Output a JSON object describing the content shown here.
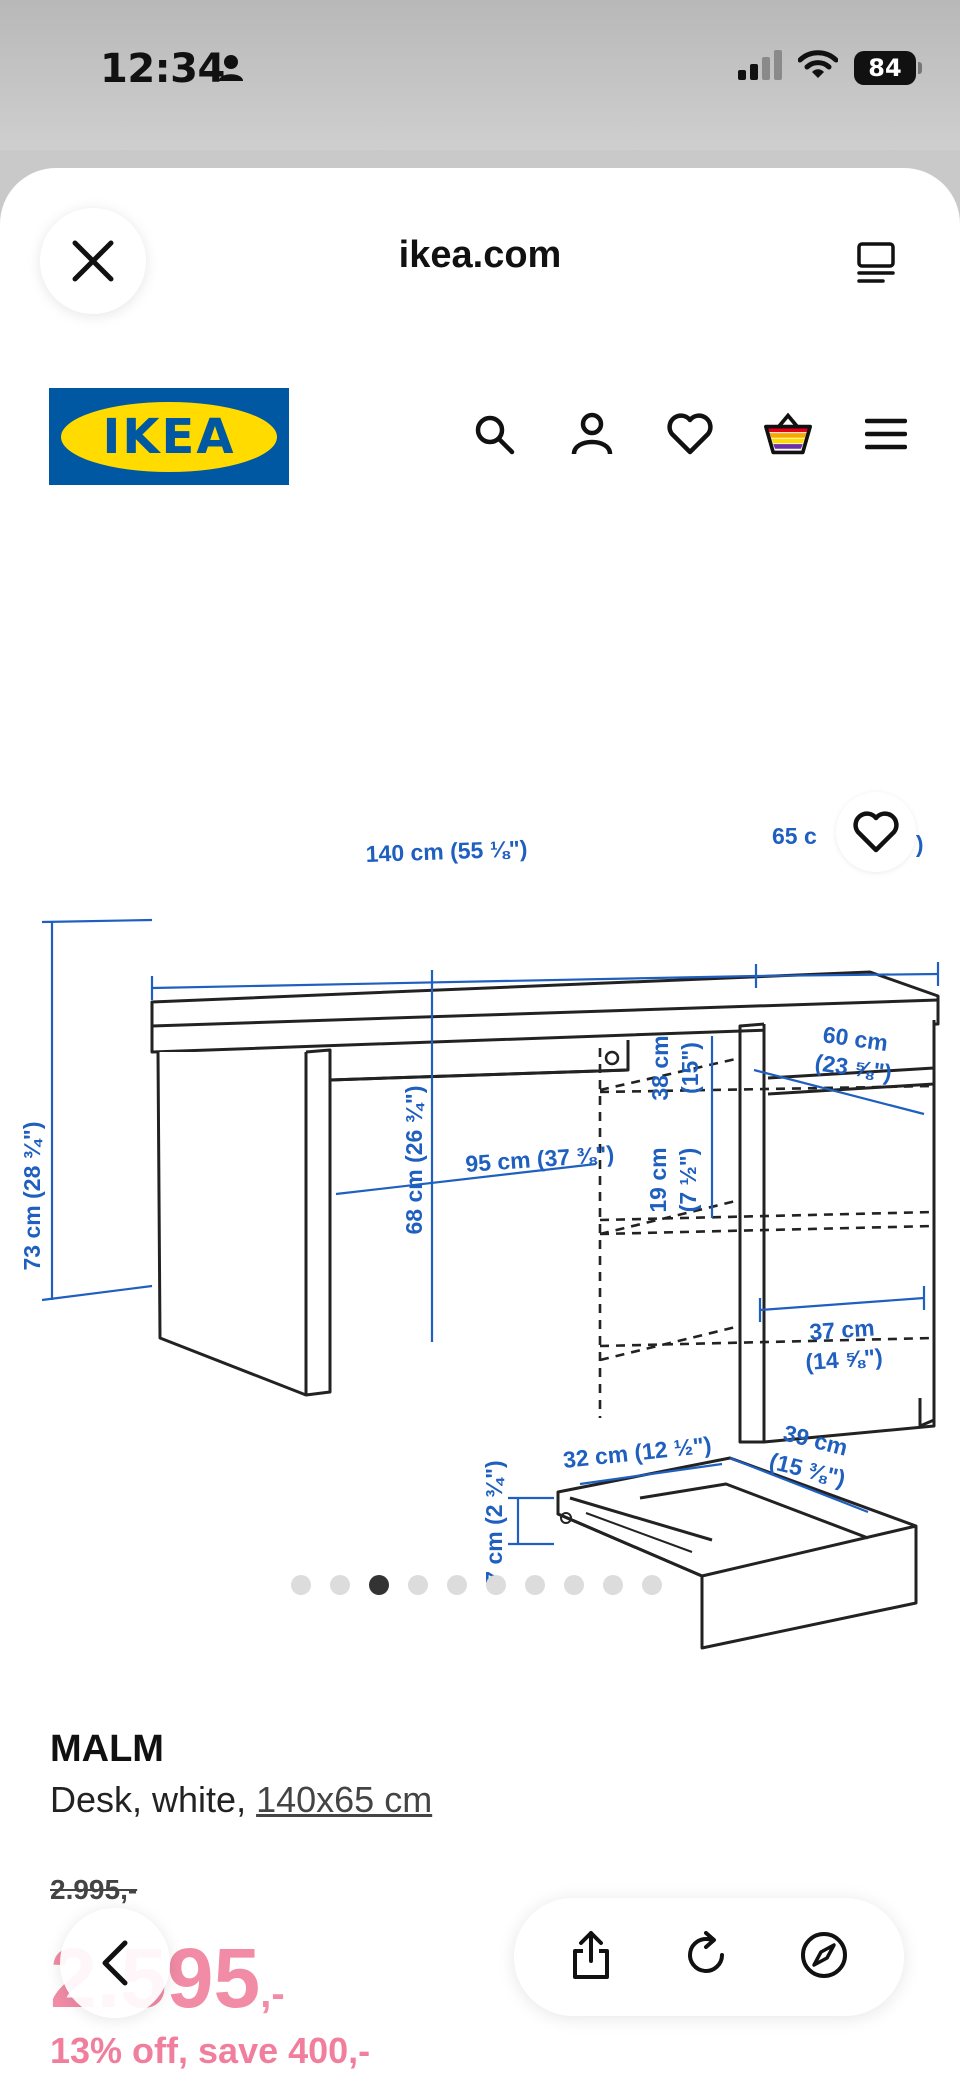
{
  "status_bar": {
    "time": "12:34",
    "battery": "84",
    "icons": [
      "person-icon",
      "signal-icon",
      "wifi-icon",
      "battery-icon"
    ]
  },
  "browser": {
    "url": "ikea.com",
    "close_icon": "close-icon",
    "reader_icon": "reader-icon"
  },
  "site_header": {
    "logo_text": "IKEA",
    "nav_icons": [
      "search-icon",
      "account-icon",
      "heart-icon",
      "basket-icon",
      "menu-icon"
    ]
  },
  "gallery": {
    "slide_count": 10,
    "active_index": 2,
    "dimensions": {
      "width": "140 cm (55 ⅛\")",
      "depth": "65 c",
      "depth_suffix": "\")",
      "height": "73 cm (28 ¾\")",
      "leg_clearance_height": "68 cm (26 ¾\")",
      "leg_clearance_width": "95 cm (37 ⅜\")",
      "shelf_gap": "38 cm",
      "shelf_gap_in": "(15\")",
      "lower_gap": "19 cm",
      "lower_gap_in": "(7 ½\")",
      "shelf_depth": "60 cm",
      "shelf_depth_in": "(23 ⅝\")",
      "cabinet_width": "37 cm",
      "cabinet_width_in": "(14 ⅝\")",
      "drawer_width": "32 cm (12 ½\")",
      "drawer_depth": "39 cm",
      "drawer_depth_in": "(15 ⅜\")",
      "drawer_height": "7 cm (2 ¾\")"
    }
  },
  "product": {
    "name": "MALM",
    "desc_prefix": "Desk, white, ",
    "desc_link": "140x65 cm",
    "old_price": "2.995,-",
    "new_price_partial": "2.595",
    "new_price_suffix": ",-",
    "discount": "13% off, save 400,-"
  },
  "toolbar": {
    "icons": [
      "share-icon",
      "reload-icon",
      "compass-icon"
    ],
    "back_icon": "chevron-left-icon"
  },
  "colors": {
    "ikea_blue": "#0058a3",
    "ikea_yellow": "#ffdb00",
    "dimension_blue": "#1f5fbf",
    "price_red": "#e2003c"
  }
}
